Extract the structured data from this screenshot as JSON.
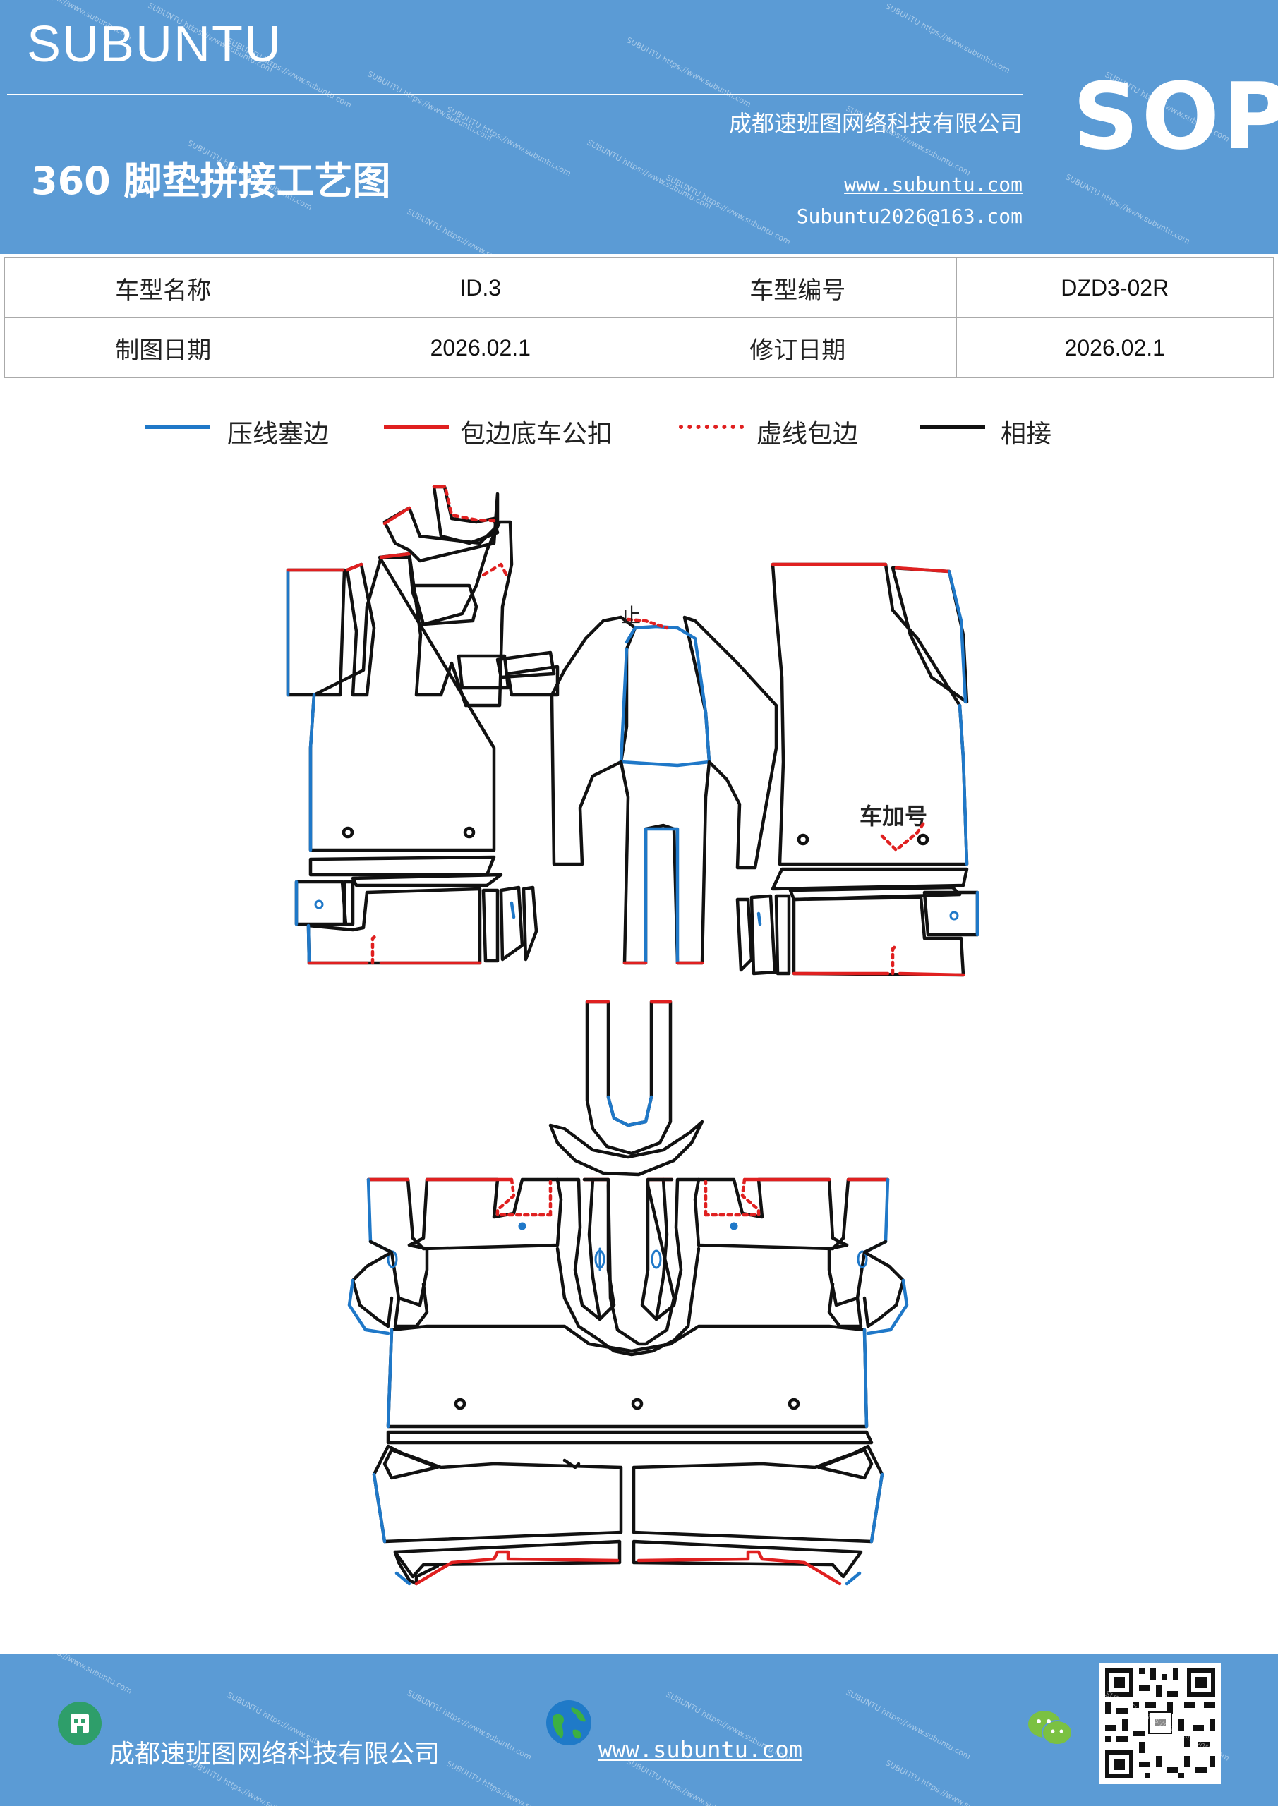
{
  "header": {
    "brand": "SUBUNTU",
    "title": "360 脚垫拼接工艺图",
    "company": "成都速班图网络科技有限公司",
    "website": "www.subuntu.com",
    "email": "Subuntu2026@163.com",
    "badge": "SOP"
  },
  "info_table": {
    "rows": [
      [
        {
          "label": "车型名称"
        },
        {
          "value": "ID.3"
        },
        {
          "label": "车型编号"
        },
        {
          "value": "DZD3-02R"
        }
      ],
      [
        {
          "label": "制图日期"
        },
        {
          "value": "2026.02.1"
        },
        {
          "label": "修订日期"
        },
        {
          "value": "2026.02.1"
        }
      ]
    ]
  },
  "legend": {
    "items": [
      {
        "label": "压线塞边",
        "color": "#1f78c8",
        "style": "solid"
      },
      {
        "label": "包边底车公扣",
        "color": "#e02020",
        "style": "solid"
      },
      {
        "label": "虚线包边",
        "color": "#e02020",
        "style": "dotted"
      },
      {
        "label": "相接",
        "color": "#111111",
        "style": "solid"
      }
    ]
  },
  "diagram": {
    "stop_mark": "止",
    "plate_mark": "车加号"
  },
  "footer": {
    "company": "成都速班图网络科技有限公司",
    "website": "www.subuntu.com",
    "icons": [
      "building-icon",
      "globe-icon",
      "wechat-icon",
      "qr-code"
    ]
  },
  "colors": {
    "header_bg": "#5b9bd5",
    "press_line": "#1f78c8",
    "wrap_edge": "#e02020",
    "join": "#111111"
  }
}
